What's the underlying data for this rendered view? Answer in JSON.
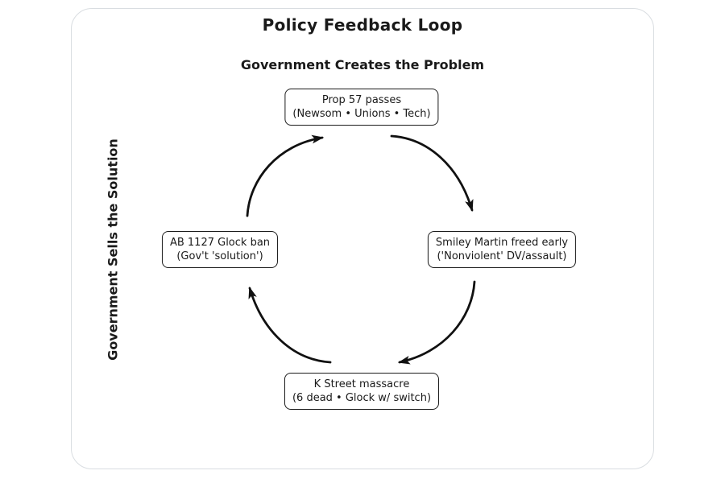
{
  "figure": {
    "title": "Policy Feedback Loop",
    "top_subtitle": "Government Creates the Problem",
    "left_subtitle": "Government Sells the Solution"
  },
  "diagram": {
    "type": "cycle",
    "direction": "clockwise",
    "nodes": [
      {
        "id": "top",
        "line1": "Prop 57 passes",
        "line2": "(Newsom • Unions • Tech)"
      },
      {
        "id": "right",
        "line1": "Smiley Martin freed early",
        "line2": "('Nonviolent' DV/assault)"
      },
      {
        "id": "bottom",
        "line1": "K Street massacre",
        "line2": "(6 dead • Glock w/ switch)"
      },
      {
        "id": "left",
        "line1": "AB 1127 Glock ban",
        "line2": "(Gov't 'solution')"
      }
    ],
    "edges": [
      {
        "from": "top",
        "to": "right"
      },
      {
        "from": "right",
        "to": "bottom"
      },
      {
        "from": "bottom",
        "to": "left"
      },
      {
        "from": "left",
        "to": "top"
      }
    ]
  },
  "colors": {
    "text": "#1a1a1a",
    "arrow": "#111111",
    "node_border": "#1a1a1a",
    "node_fill": "#ffffff",
    "card_border": "#d9dde1",
    "background": "#ffffff"
  }
}
